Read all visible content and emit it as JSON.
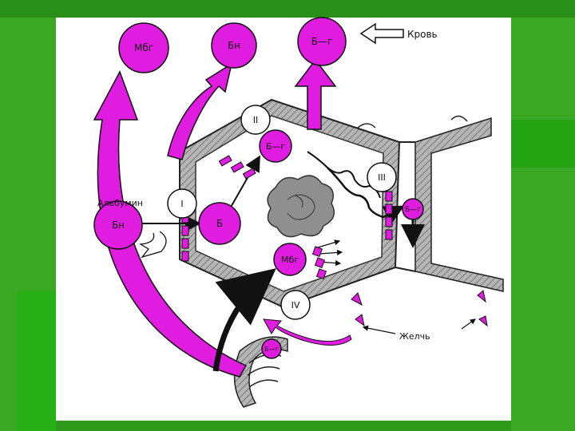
{
  "labels": {
    "mbg_top": "Мбг",
    "bn_top": "Бн",
    "bg_top": "Б—г",
    "blood": "Кровь",
    "albumin": "Альбумин",
    "bn_left": "Бн",
    "b_center": "Б",
    "bg_inner": "Б—г",
    "bg_right": "Б—г",
    "mbg_inner": "Мбг",
    "bg_bottom": "Б—г",
    "bile": "Желчь",
    "roman_1": "I",
    "roman_2": "II",
    "roman_3": "III",
    "roman_4": "IV"
  },
  "colors": {
    "magenta": "#e01ce0",
    "ink": "#111111",
    "hex_fill": "#9c9c9c",
    "slide_bg": "#2f9a1c"
  }
}
